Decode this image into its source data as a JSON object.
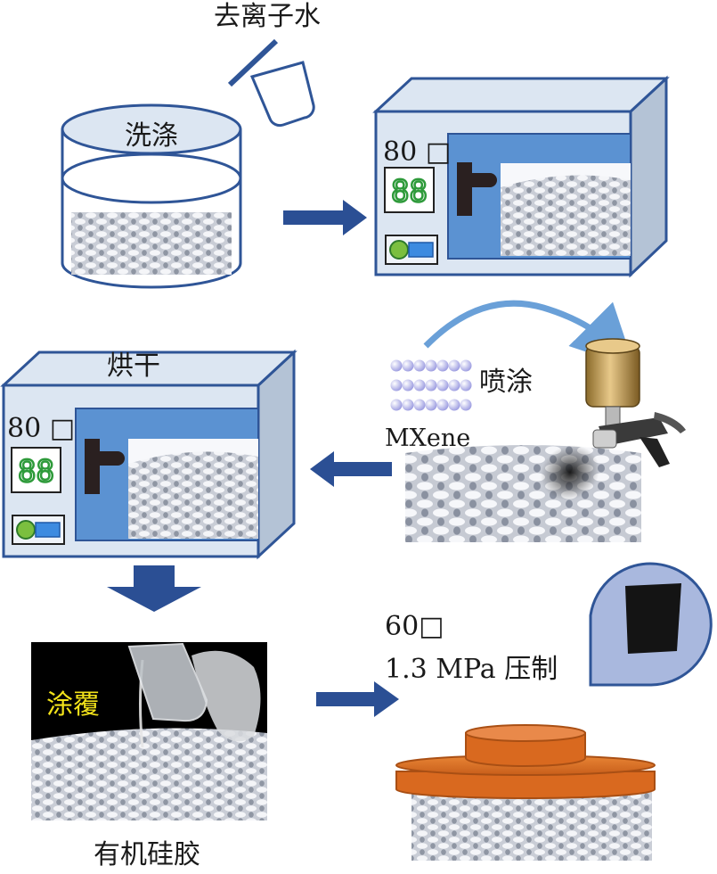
{
  "labels": {
    "deionized_water": "去离子水",
    "wash": "洗涤",
    "dry": "烘干",
    "spray": "喷涂",
    "mxene": "MXene",
    "coat": "涂覆",
    "silicone": "有机硅胶",
    "temp_dry1": "80 □",
    "temp_dry2": "80 □",
    "temp_press": "60□",
    "press_condition": "1.3 MPa  压制"
  },
  "oven_display": "88",
  "colors": {
    "outline": "#2f5597",
    "oven_face": "#dce6f2",
    "oven_side": "#b4c3d6",
    "oven_window": "#5b92d2",
    "display_green": "#2e9a3a",
    "arrow": "#2b4f94",
    "press": "#d9691f",
    "press_dark": "#a94f14",
    "coat_text": "#f2e21a",
    "callout_fill": "#a9b8de"
  }
}
